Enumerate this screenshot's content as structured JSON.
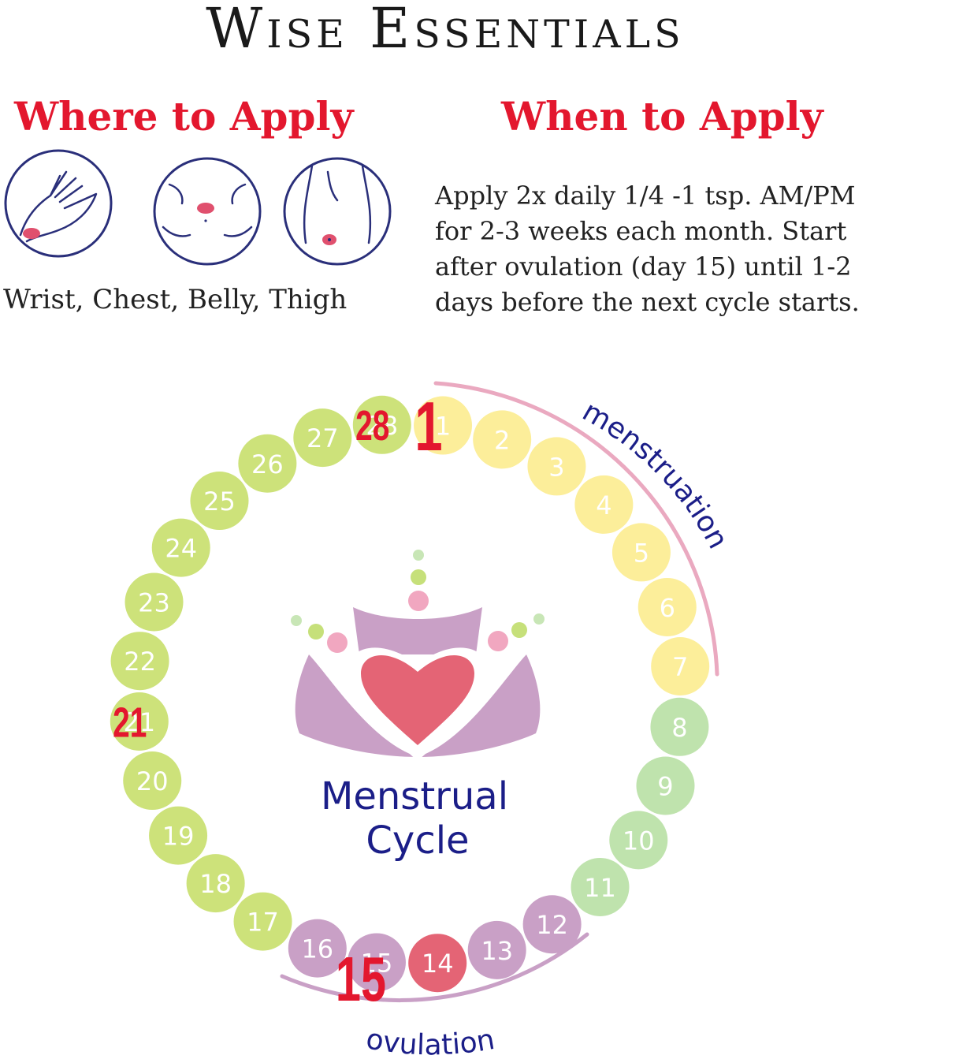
{
  "brand": "Wise Essentials",
  "where": {
    "title": "Where to Apply",
    "locations_text": "Wrist, Chest, Belly, Thigh",
    "icons": [
      "wrist-icon",
      "chest-icon",
      "belly-icon"
    ]
  },
  "when": {
    "title": "When to Apply",
    "lines": [
      "Apply 2x daily 1/4 -1 tsp. AM/PM",
      "for 2-3 weeks each month. Start",
      "after ovulation (day 15) until 1-2",
      "days before the next cycle starts."
    ]
  },
  "cycle": {
    "title_line1": "Menstrual",
    "title_line2": "Cycle",
    "arc_labels": {
      "menstruation": "menstruation",
      "ovulation": "ovulation"
    },
    "highlight_labels": [
      "1",
      "15",
      "21",
      "28"
    ],
    "days": [
      {
        "n": 1,
        "phase": "menstruation"
      },
      {
        "n": 2,
        "phase": "menstruation"
      },
      {
        "n": 3,
        "phase": "menstruation"
      },
      {
        "n": 4,
        "phase": "menstruation"
      },
      {
        "n": 5,
        "phase": "menstruation"
      },
      {
        "n": 6,
        "phase": "menstruation"
      },
      {
        "n": 7,
        "phase": "menstruation"
      },
      {
        "n": 8,
        "phase": "follicular"
      },
      {
        "n": 9,
        "phase": "follicular"
      },
      {
        "n": 10,
        "phase": "follicular"
      },
      {
        "n": 11,
        "phase": "follicular"
      },
      {
        "n": 12,
        "phase": "ovulation"
      },
      {
        "n": 13,
        "phase": "ovulation"
      },
      {
        "n": 14,
        "phase": "peak"
      },
      {
        "n": 15,
        "phase": "ovulation"
      },
      {
        "n": 16,
        "phase": "ovulation"
      },
      {
        "n": 17,
        "phase": "luteal"
      },
      {
        "n": 18,
        "phase": "luteal"
      },
      {
        "n": 19,
        "phase": "luteal"
      },
      {
        "n": 20,
        "phase": "luteal"
      },
      {
        "n": 21,
        "phase": "luteal"
      },
      {
        "n": 22,
        "phase": "luteal"
      },
      {
        "n": 23,
        "phase": "luteal"
      },
      {
        "n": 24,
        "phase": "luteal"
      },
      {
        "n": 25,
        "phase": "luteal"
      },
      {
        "n": 26,
        "phase": "luteal"
      },
      {
        "n": 27,
        "phase": "luteal"
      },
      {
        "n": 28,
        "phase": "luteal"
      }
    ],
    "colors": {
      "menstruation": "#fcee9a",
      "follicular": "#bfe3ad",
      "ovulation": "#c9a0c6",
      "peak": "#e46475",
      "luteal": "#cde27a",
      "highlight": "#e3172e",
      "title": "#1b1e88",
      "arc_menstruation": "#eaa9c0",
      "arc_ovulation": "#c9a0c6"
    }
  }
}
